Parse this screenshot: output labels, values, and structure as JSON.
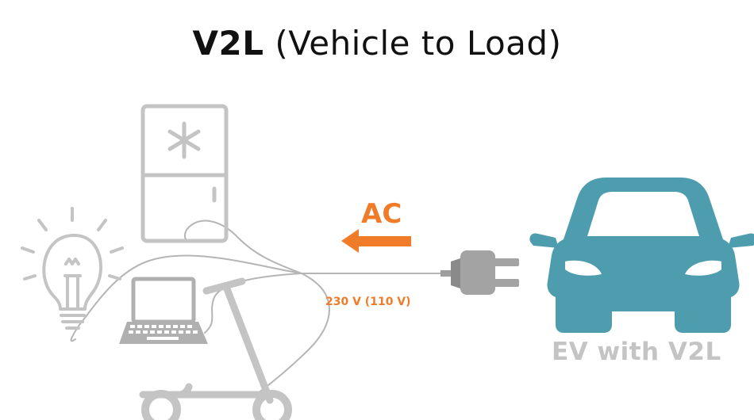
{
  "title": {
    "bold": "V2L",
    "rest": " (Vehicle to Load)"
  },
  "flow_label": "AC",
  "voltage_label": "230 V (110 V)",
  "vehicle_label": "EV with V2L",
  "icons": [
    "bulb-icon",
    "fridge-icon",
    "laptop-icon",
    "scooter-icon",
    "plug-icon",
    "car-icon",
    "arrow-left-icon"
  ],
  "colors": {
    "accent": "#F07C2A",
    "car": "#4E9DAE",
    "gray": "#BDBDBD",
    "label_gray": "#C4C4C4"
  }
}
